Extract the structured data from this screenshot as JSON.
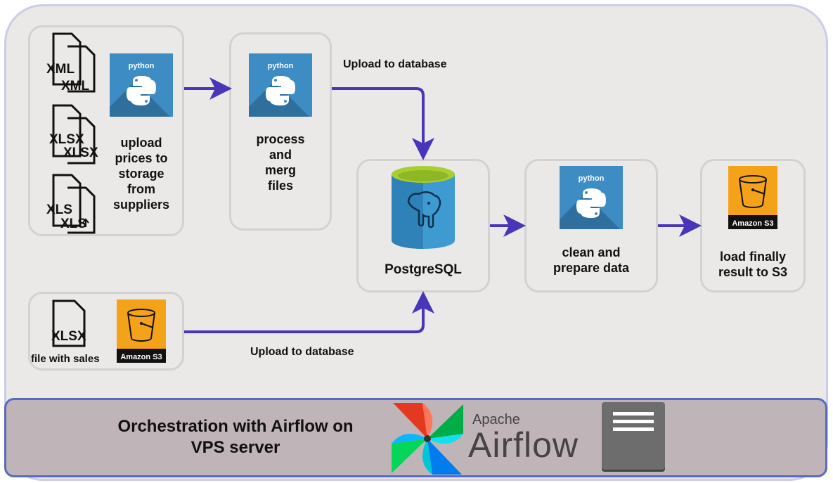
{
  "sources": {
    "xml_a": "XML",
    "xml_b": "XML",
    "xlsx_a": "XLSX",
    "xlsx_b": "XLSX",
    "xls_a": "XLS",
    "xls_b": "XLS",
    "caption": [
      "upload",
      "prices to",
      "storage",
      "from",
      "suppliers"
    ]
  },
  "python_label": "python",
  "process": {
    "caption": [
      "process",
      "and",
      "merg",
      "files"
    ]
  },
  "upload_to_db_top": "Upload to database",
  "upload_to_db_bottom": "Upload to database",
  "postgres": {
    "label": "PostgreSQL"
  },
  "clean": {
    "caption": [
      "clean and",
      "prepare data"
    ]
  },
  "load": {
    "caption": [
      "load finally",
      "result to S3"
    ],
    "s3_label": "Amazon S3"
  },
  "sales": {
    "file_label": "XLSX",
    "caption": "file with sales",
    "s3_label": "Amazon S3"
  },
  "footer": {
    "orchestration": [
      "Orchestration with Airflow on",
      "VPS server"
    ],
    "apache": "Apache",
    "airflow": "Airflow"
  },
  "colors": {
    "arrow": "#4935b8",
    "python": "#3e8cc4",
    "s3": "#f4a21a",
    "postgres": "#3e9bd2"
  }
}
